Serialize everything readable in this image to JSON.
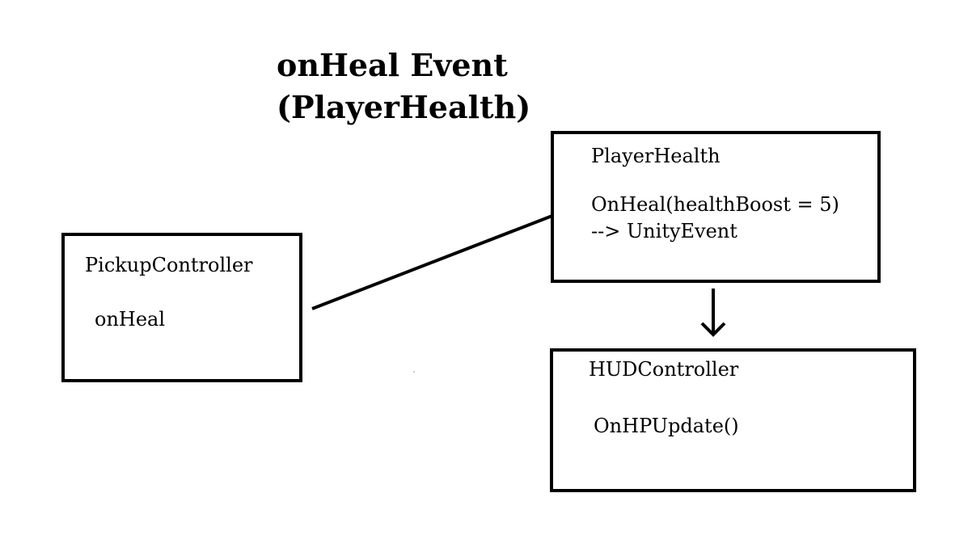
{
  "title": {
    "line1": "onHeal Event",
    "line2": "(PlayerHealth)"
  },
  "boxes": {
    "pickup": {
      "name": "PickupController",
      "member": "onHeal"
    },
    "player": {
      "name": "PlayerHealth",
      "line1": "OnHeal(healthBoost = 5)",
      "line2": "--> UnityEvent"
    },
    "hud": {
      "name": "HUDController",
      "member": "OnHPUpdate()"
    }
  }
}
